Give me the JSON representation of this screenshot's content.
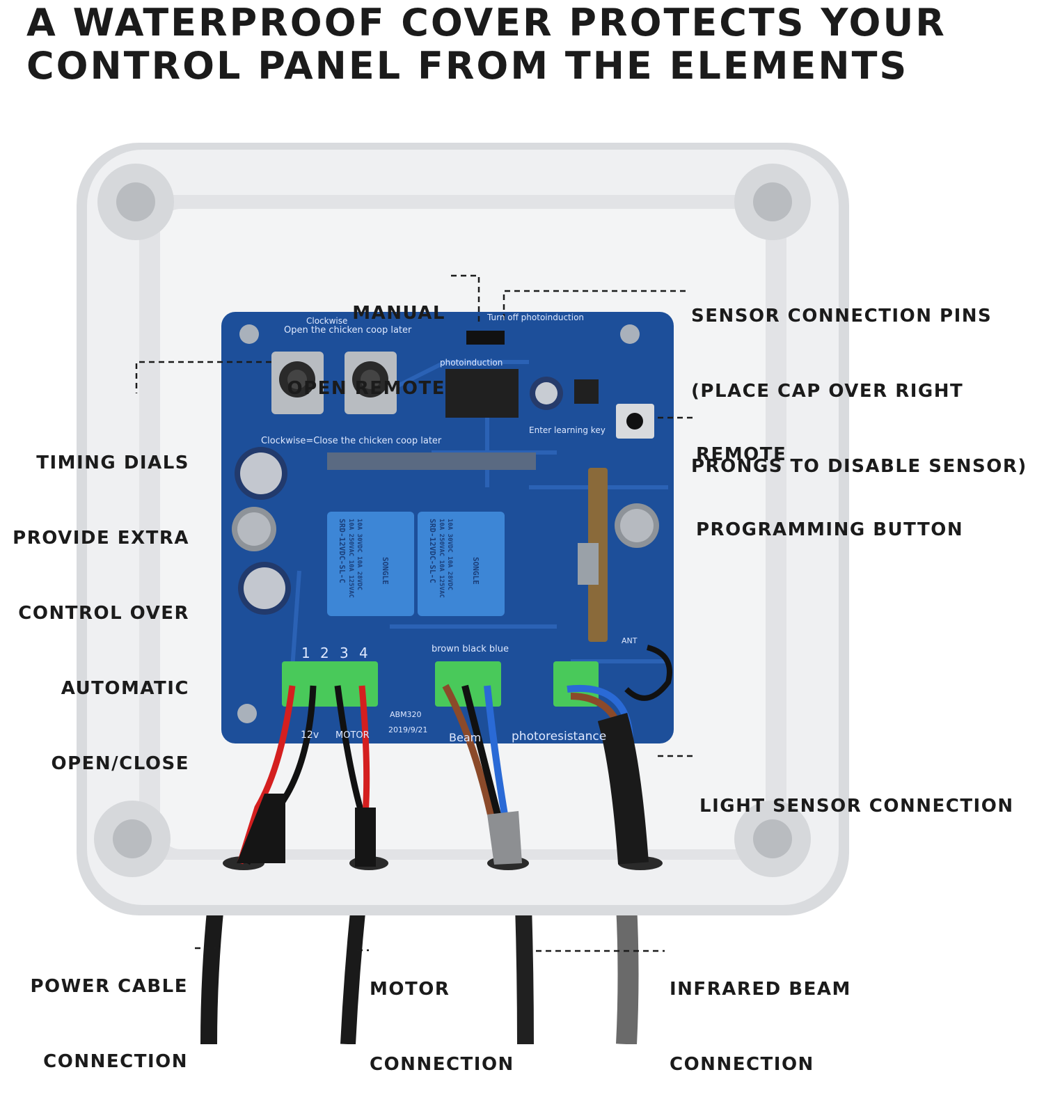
{
  "headline": {
    "line1": "A WATERPROOF COVER PROTECTS YOUR",
    "line2": "CONTROL PANEL FROM THE ELEMENTS"
  },
  "callouts": {
    "manual_open_remote": [
      "MANUAL",
      "OPEN REMOTE"
    ],
    "sensor_pins": [
      "SENSOR CONNECTION PINS",
      "(PLACE CAP OVER RIGHT",
      "PRONGS TO DISABLE SENSOR)"
    ],
    "timing_dials": [
      "TIMING DIALS",
      "PROVIDE EXTRA",
      "CONTROL OVER",
      "AUTOMATIC",
      "OPEN/CLOSE"
    ],
    "remote_programming": [
      "REMOTE",
      "PROGRAMMING BUTTON"
    ],
    "light_sensor": [
      "LIGHT SENSOR CONNECTION"
    ],
    "power_cable": [
      "POWER CABLE",
      "CONNECTION"
    ],
    "motor": [
      "MOTOR",
      "CONNECTION"
    ],
    "infrared_beam": [
      "INFRARED BEAM",
      "CONNECTION"
    ]
  },
  "board": {
    "clockwise": "Clockwise",
    "open_later": "Open the chicken coop later",
    "close_later": "Clockwise=Close the chicken coop later",
    "turn_off": "Turn off photoinduction",
    "photoinduction": "photoinduction",
    "enter_learning": "Enter learning key",
    "terminal_numbers": [
      "1",
      "2",
      "3",
      "4"
    ],
    "beam_wires": "brown  black  blue",
    "label_12v": "12v",
    "label_motor": "MOTOR",
    "label_beam": "Beam",
    "model": "ABM320",
    "date": "2019/9/21",
    "photoresistance": "photoresistance",
    "ant": "ANT",
    "relay_lines": [
      "SRD-12VDC-SL-C",
      "10A 250VAC 10A 125VAC",
      "10A 30VDC 10A 28VDC"
    ],
    "relay_brand": "SONGLE"
  },
  "colors": {
    "pcb": "#1d4f9a",
    "relay": "#3d86d6",
    "terminal": "#49c95a",
    "enclosure": "#e9eaec"
  }
}
